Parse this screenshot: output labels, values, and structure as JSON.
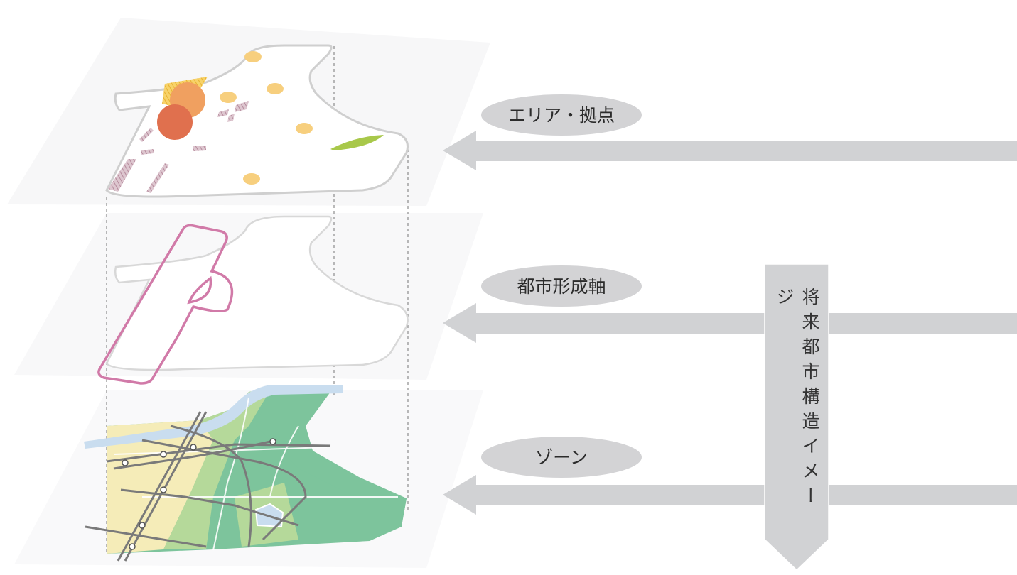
{
  "labels": {
    "area_nodes": "エリア・拠点",
    "urban_axis": "都市形成軸",
    "zone": "ゾーン",
    "future_structure": "将来都市構造イメージ"
  },
  "colors": {
    "arrow_gray": "#d1d2d4",
    "pill_gray": "#d3d3d5",
    "outline_gray": "#cfcfcf",
    "axis_pink": "#d17aa8",
    "node_yellow": "#f7cf7e",
    "node_orange": "#f0a060",
    "node_red": "#e0704e",
    "node_green": "#a8c84a",
    "hatch_mauve": "#c9a7b5",
    "zone_dark_green": "#7dc49c",
    "zone_light_green": "#b5d99a",
    "zone_yellow": "#f5ecb8",
    "water_blue": "#c9ddef",
    "rail_gray": "#7a7a7a"
  }
}
